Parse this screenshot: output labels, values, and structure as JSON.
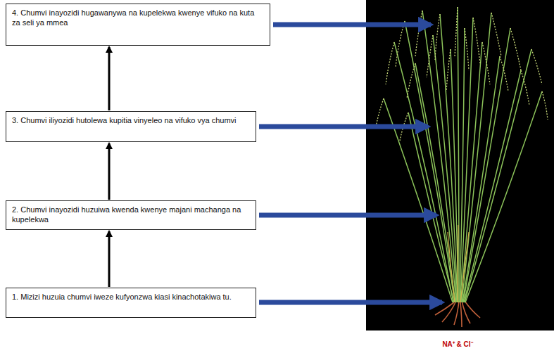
{
  "diagram": {
    "nodes": [
      {
        "text": [
          "4. Chumvi inayozidi hugawanywa na kupelekwa kwenye vifuko na kuta za seli ya mmea"
        ]
      },
      {
        "text": [
          "3. Chumvi iliyozidi hutolewa kupitia vinyeleo na vifuko vya chumvi"
        ]
      },
      {
        "text": [
          "2. Chumvi inayozidi huzuiwa kwenda kwenye majani machanga na kupelekwa"
        ]
      },
      {
        "text": [
          "1. Mizizi huzuia chumvi iweze kufyonzwa kiasi kinachotakiwa tu."
        ]
      }
    ],
    "edges": [
      {
        "from": 3,
        "to": 2,
        "arrow": "to"
      },
      {
        "from": 2,
        "to": 1,
        "arrow": "to"
      },
      {
        "from": 1,
        "to": 0,
        "arrow": "to"
      }
    ],
    "labels": [
      "NA⁺ & Cl⁻"
    ]
  }
}
